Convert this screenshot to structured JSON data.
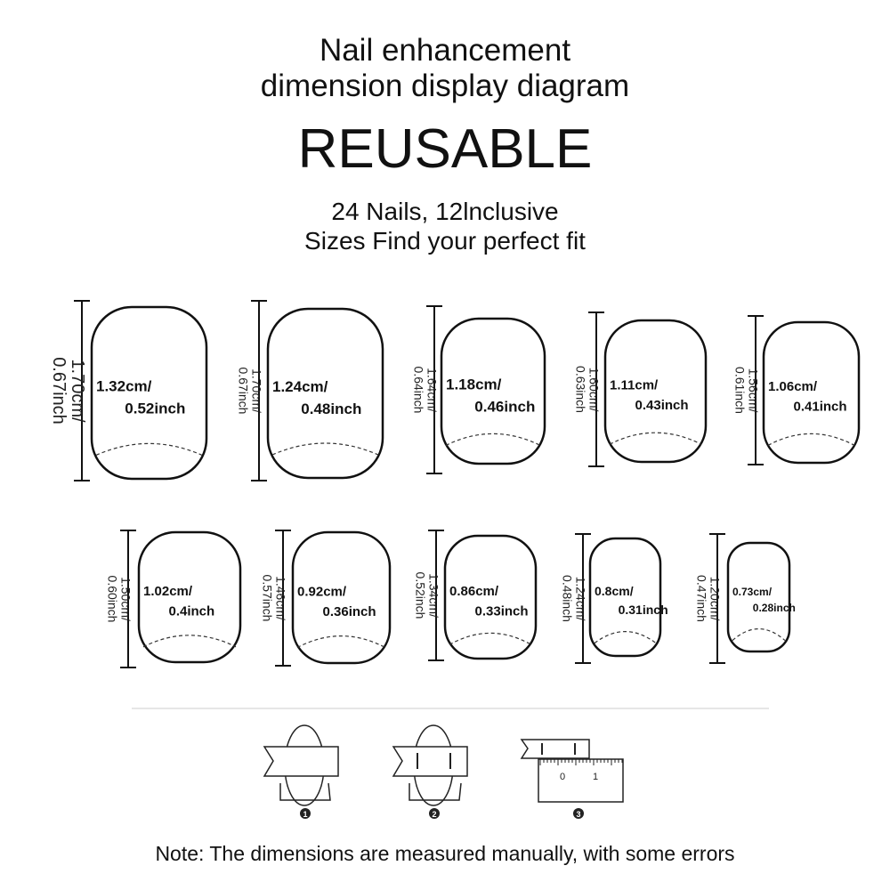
{
  "header": {
    "title_line1": "Nail enhancement",
    "title_line2": "dimension display diagram",
    "headline": "REUSABLE",
    "subtitle_line1": "24 Nails, 12lnclusive",
    "subtitle_line2": "Sizes Find your perfect fit"
  },
  "nails": [
    {
      "length_cm": "1.70cm/",
      "length_in": "0.67inch",
      "width_cm": "1.32cm/",
      "width_in": "0.52inch"
    },
    {
      "length_cm": "1.70cm/",
      "length_in": "0.67inch",
      "width_cm": "1.24cm/",
      "width_in": "0.48inch"
    },
    {
      "length_cm": "1.64cm/",
      "length_in": "0.64inch",
      "width_cm": "1.18cm/",
      "width_in": "0.46inch"
    },
    {
      "length_cm": "1.60cm/",
      "length_in": "0.63inch",
      "width_cm": "1.11cm/",
      "width_in": "0.43inch"
    },
    {
      "length_cm": "1.56cm/",
      "length_in": "0.61inch",
      "width_cm": "1.06cm/",
      "width_in": "0.41inch"
    },
    {
      "length_cm": "1.50cm/",
      "length_in": "0.60inch",
      "width_cm": "1.02cm/",
      "width_in": "0.4inch"
    },
    {
      "length_cm": "1.46cm/",
      "length_in": "0.57inch",
      "width_cm": "0.92cm/",
      "width_in": "0.36inch"
    },
    {
      "length_cm": "1.34cm/",
      "length_in": "0.52inch",
      "width_cm": "0.86cm/",
      "width_in": "0.33inch"
    },
    {
      "length_cm": "1.24cm/",
      "length_in": "0.48inch",
      "width_cm": "0.8cm/",
      "width_in": "0.31inch"
    },
    {
      "length_cm": "1.20cm/",
      "length_in": "0.47inch",
      "width_cm": "0.73cm/",
      "width_in": "0.28inch"
    }
  ],
  "steps": {
    "labels": [
      "1",
      "2",
      "3"
    ],
    "ruler_ticks": [
      "0",
      "1"
    ]
  },
  "footer": {
    "note": "Note: The dimensions are measured manually, with some errors"
  }
}
